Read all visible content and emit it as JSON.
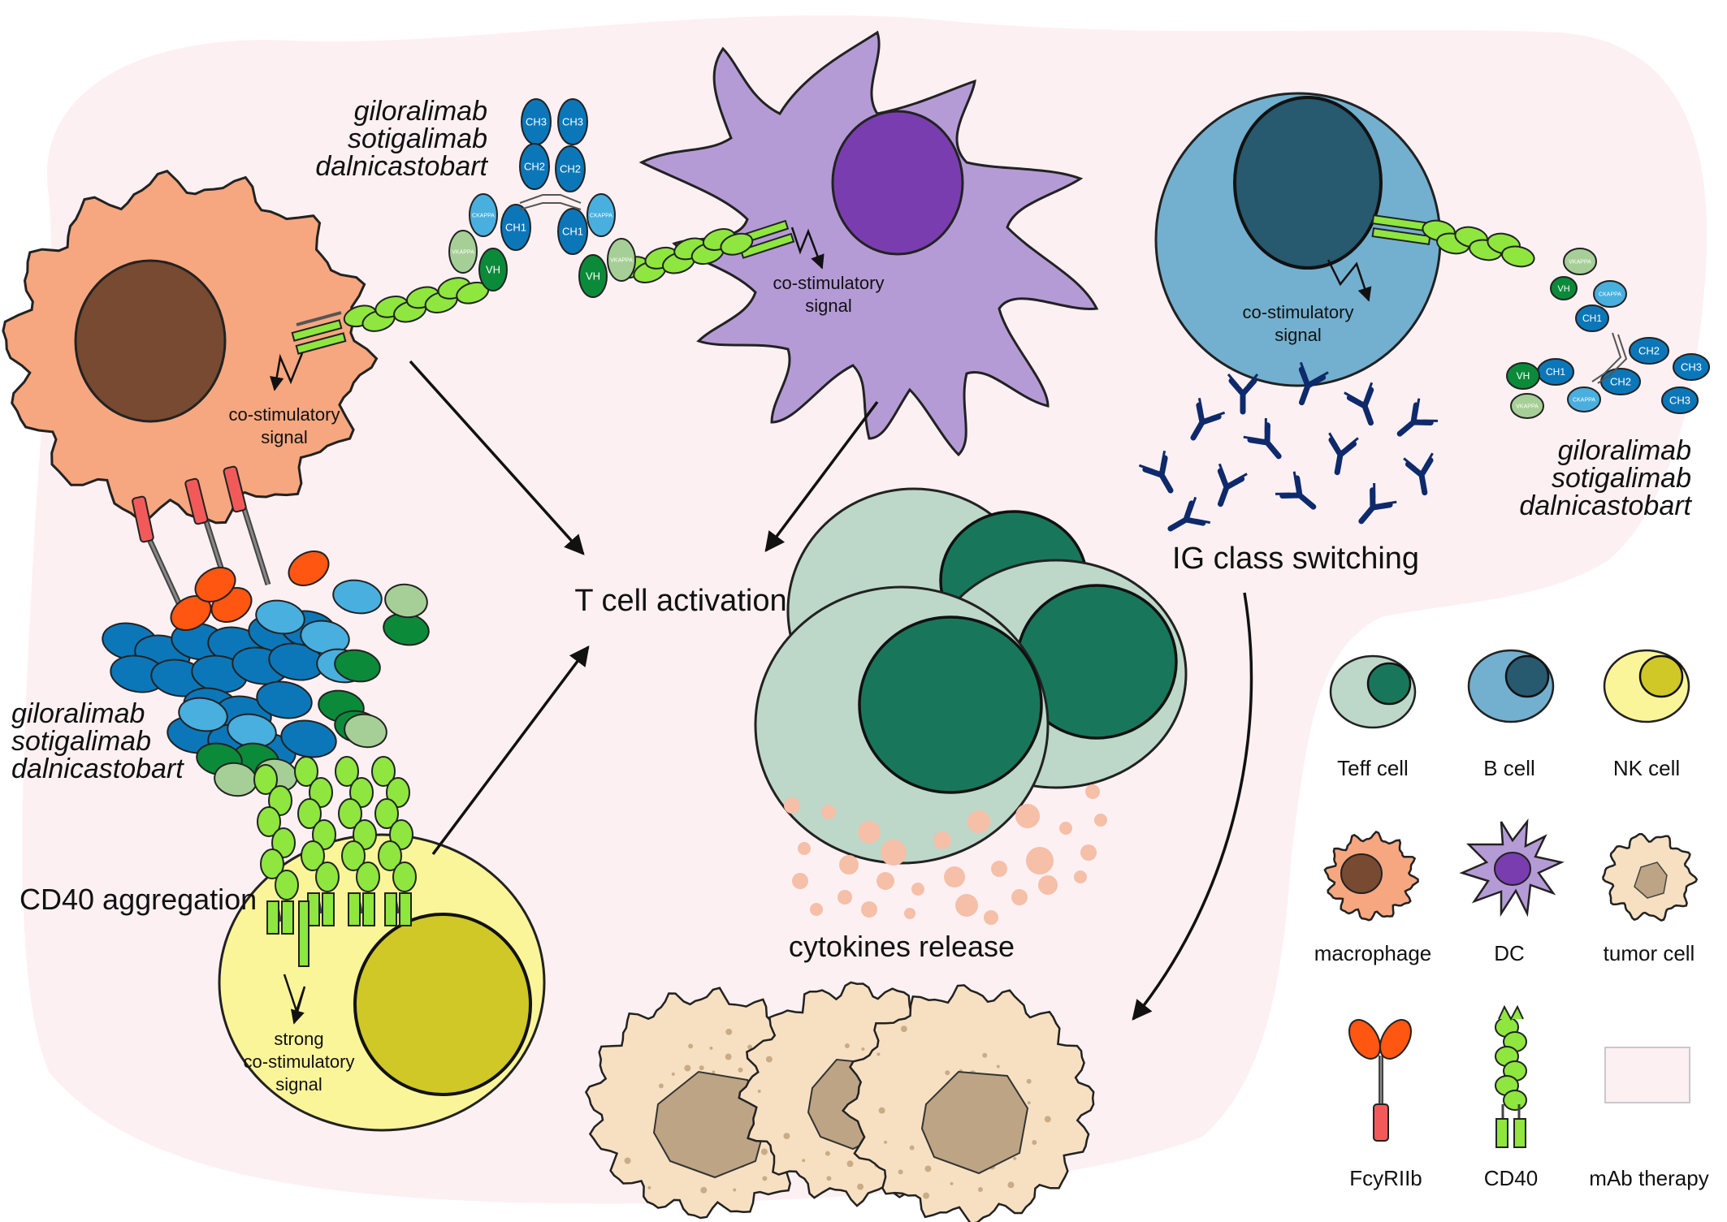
{
  "drug_labels": {
    "line1": "giloralimab",
    "line2": "sotigalimab",
    "line3": "dalnicastobart"
  },
  "signals": {
    "co_line1": "co-stimulatory",
    "co_line2": "signal",
    "strong_line1": "strong",
    "strong_line2": "co-stimulatory",
    "strong_line3": "signal"
  },
  "process_labels": {
    "t_cell_activation": "T cell activation",
    "cd40_aggregation": "CD40 aggregation",
    "ig_class_switching": "IG class switching",
    "cytokines_release": "cytokines release"
  },
  "antibody_domains": {
    "ch1": "CH1",
    "ch2": "CH2",
    "ch3": "CH3",
    "vh": "VH",
    "vkappa": "VKAPPA",
    "ckappa": "CKAPPA"
  },
  "legend": {
    "teff": "Teff cell",
    "bcell": "B cell",
    "nk": "NK cell",
    "macrophage": "macrophage",
    "dc": "DC",
    "tumor": "tumor cell",
    "fcyriib": "FcyRIIb",
    "cd40": "CD40",
    "mab": "mAb therapy"
  },
  "colors": {
    "background": "#fcf0f3",
    "macrophage": "#f6a77f",
    "macrophage_nucleus": "#774a31",
    "dc": "#b59bd6",
    "dc_nucleus": "#7a3db0",
    "bcell": "#73b0cf",
    "bcell_nucleus": "#27596f",
    "nk": "#fbf59a",
    "nk_nucleus": "#cfc827",
    "teff": "#bdd8c9",
    "teff_nucleus": "#18775a",
    "tumor": "#f7e0c1",
    "tumor_nucleus": "#bda485",
    "cd40": "#8ee63f",
    "fcy_head": "#ff5612",
    "fcy_tail": "#f25a5a",
    "ab_heavy": "#0b77b9",
    "ab_light": "#48afdf",
    "ab_vh": "#0b8a3a",
    "ab_vk": "#a6cf97",
    "cytokine": "#f5bfa8"
  }
}
